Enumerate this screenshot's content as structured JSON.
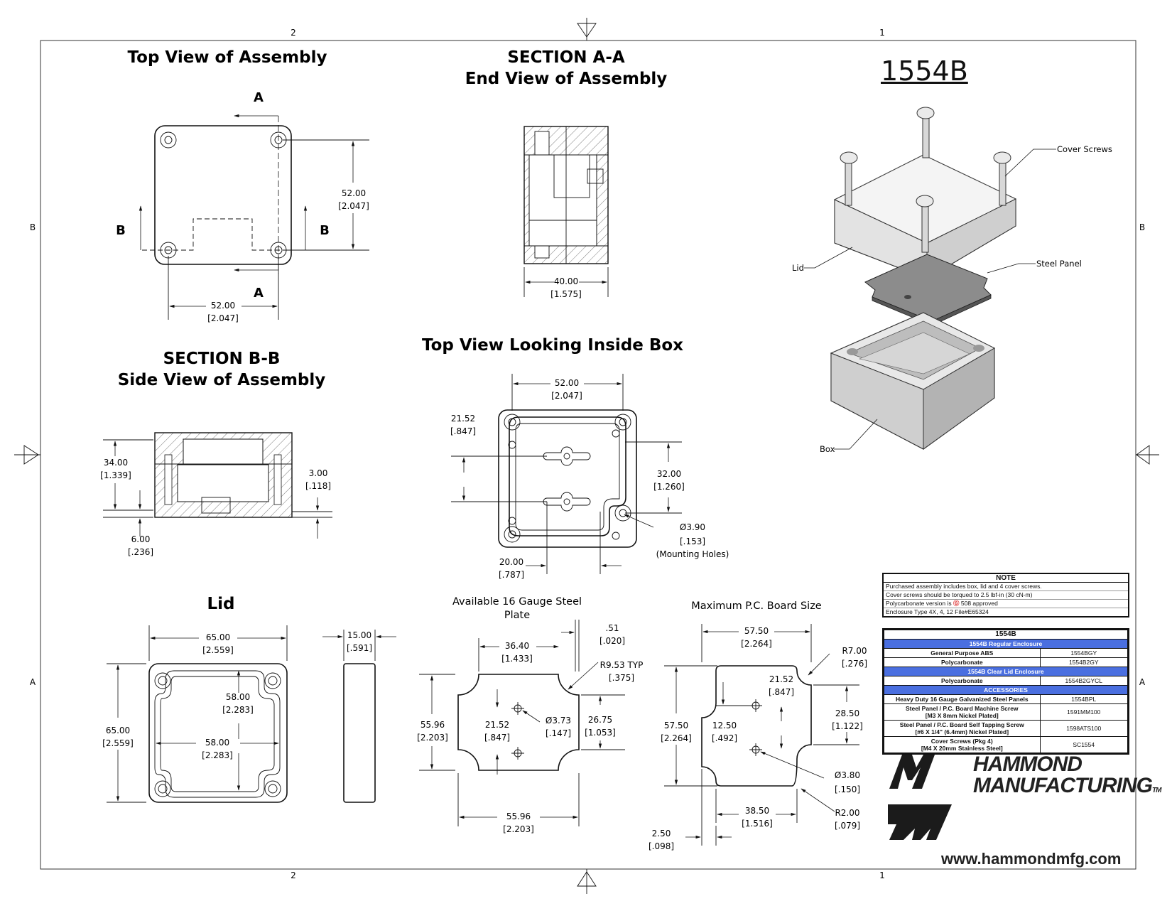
{
  "part_number": "1554B",
  "zones": {
    "col_left": "2",
    "col_right": "1",
    "row_top": "B",
    "row_bottom": "A"
  },
  "titles": {
    "top_view": "Top View of Assembly",
    "section_aa_1": "SECTION A-A",
    "section_aa_2": "End View of Assembly",
    "section_bb_1": "SECTION B-B",
    "section_bb_2": "Side View of Assembly",
    "inside": "Top View Looking Inside Box",
    "lid": "Lid",
    "plate_1": "Available 16 Gauge Steel",
    "plate_2": "Plate",
    "pcb": "Maximum P.C. Board Size"
  },
  "section_letters": {
    "a": "A",
    "b": "B"
  },
  "dims": {
    "tv_h": "52.00",
    "tv_h_in": "[2.047]",
    "tv_w": "52.00",
    "tv_w_in": "[2.047]",
    "aa_w": "40.00",
    "aa_w_in": "[1.575]",
    "bb_h": "34.00",
    "bb_h_in": "[1.339]",
    "bb_t": "3.00",
    "bb_t_in": "[.118]",
    "bb_b": "6.00",
    "bb_b_in": "[.236]",
    "in_w": "52.00",
    "in_w_in": "[2.047]",
    "in_a": "21.52",
    "in_a_in": "[.847]",
    "in_h": "32.00",
    "in_h_in": "[1.260]",
    "in_hole": "Ø3.90",
    "in_hole_in": "[.153]",
    "in_hole_note": "(Mounting Holes)",
    "in_b": "20.00",
    "in_b_in": "[.787]",
    "lid_w": "65.00",
    "lid_w_in": "[2.559]",
    "lid_h": "65.00",
    "lid_h_in": "[2.559]",
    "lid_iy": "58.00",
    "lid_iy_in": "[2.283]",
    "lid_ix": "58.00",
    "lid_ix_in": "[2.283]",
    "lid_t": "15.00",
    "lid_t_in": "[.591]",
    "pl_a": "36.40",
    "pl_a_in": "[1.433]",
    "pl_t": ".51",
    "pl_t_in": "[.020]",
    "pl_r": "R9.53 TYP",
    "pl_r_in": "[.375]",
    "pl_h": "55.96",
    "pl_h_in": "[2.203]",
    "pl_c": "21.52",
    "pl_c_in": "[.847]",
    "pl_hole": "Ø3.73",
    "pl_hole_in": "[.147]",
    "pl_s": "26.75",
    "pl_s_in": "[1.053]",
    "pl_w": "55.96",
    "pl_w_in": "[2.203]",
    "pc_w": "57.50",
    "pc_w_in": "[2.264]",
    "pc_r": "R7.00",
    "pc_r_in": "[.276]",
    "pc_c": "21.52",
    "pc_c_in": "[.847]",
    "pc_h": "57.50",
    "pc_h_in": "[2.264]",
    "pc_y": "12.50",
    "pc_y_in": "[.492]",
    "pc_s": "28.50",
    "pc_s_in": "[1.122]",
    "pc_hole": "Ø3.80",
    "pc_hole_in": "[.150]",
    "pc_x": "38.50",
    "pc_x_in": "[1.516]",
    "pc_r2": "R2.00",
    "pc_r2_in": "[.079]",
    "pc_o": "2.50",
    "pc_o_in": "[.098]"
  },
  "callouts": {
    "cover_screws": "Cover Screws",
    "steel_panel": "Steel Panel",
    "lid": "Lid",
    "box": "Box"
  },
  "note": {
    "title": "NOTE",
    "line1": "Purchased assembly includes box, lid and 4 cover screws.",
    "line2": "Cover screws should be torqued to 2.5 lbf-in (30 cN-m)",
    "line3a": "Polycarbonate version is",
    "line3b": "508 approved",
    "line4": "Enclosure Type 4X, 4, 12  File#E65324"
  },
  "accessories": {
    "header": "1554B",
    "sec1": "1554B Regular Enclosure",
    "r1n": "General Purpose ABS",
    "r1v": "1554BGY",
    "r2n": "Polycarbonate",
    "r2v": "1554B2GY",
    "sec2": "1554B Clear Lid Enclosure",
    "r3n": "Polycarbonate",
    "r3v": "1554B2GYCL",
    "sec3": "ACCESSORIES",
    "r4n": "Heavy Duty 16 Gauge Galvanized Steel Panels",
    "r4v": "1554BPL",
    "r5n1": "Steel Panel / P.C. Board Machine Screw",
    "r5n2": "[M3 X 8mm Nickel Plated]",
    "r5v": "1591MM100",
    "r6n1": "Steel Panel / P.C. Board Self Tapping Screw",
    "r6n2": "[#6 X 1/4\" (6.4mm) Nickel Plated]",
    "r6v": "1598ATS100",
    "r7n1": "Cover Screws (Pkg 4)",
    "r7n2": "[M4 X 20mm Stainless Steel]",
    "r7v": "SC1554"
  },
  "brand": {
    "line1": "HAMMOND",
    "line2": "MANUFACTURING",
    "tm": "TM"
  },
  "website": "www.hammondmfg.com"
}
